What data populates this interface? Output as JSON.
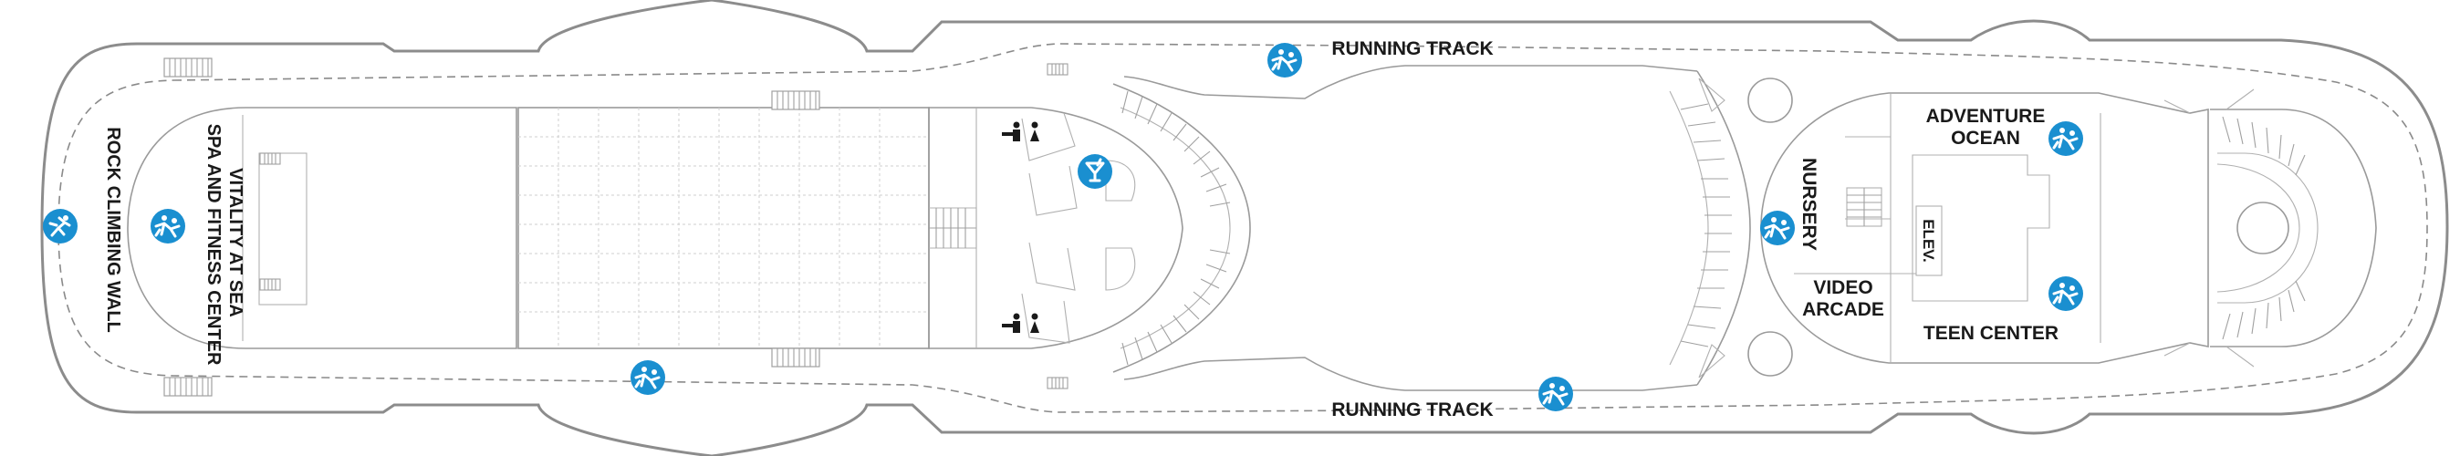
{
  "labels": {
    "running_track_top": "RUNNING TRACK",
    "running_track_bottom": "RUNNING TRACK",
    "rock_climbing_wall": "ROCK CLIMBING WALL",
    "spa_line1": "VITALITY AT SEA",
    "spa_line2": "SPA AND FITNESS CENTER",
    "adventure_line1": "ADVENTURE",
    "adventure_line2": "OCEAN",
    "nursery": "NURSERY",
    "elevator": "ELEV.",
    "video_line1": "VIDEO",
    "video_line2": "ARCADE",
    "teen_center": "TEEN CENTER"
  },
  "colors": {
    "badge": "#1a8fd0",
    "hull_stroke": "#8c8c8c",
    "text": "#1a1a1a"
  },
  "icons": {
    "activity": "activity-icon",
    "bar": "bar-cocktail-icon",
    "restroom": "restroom-icon",
    "climbing": "climbing-icon"
  }
}
